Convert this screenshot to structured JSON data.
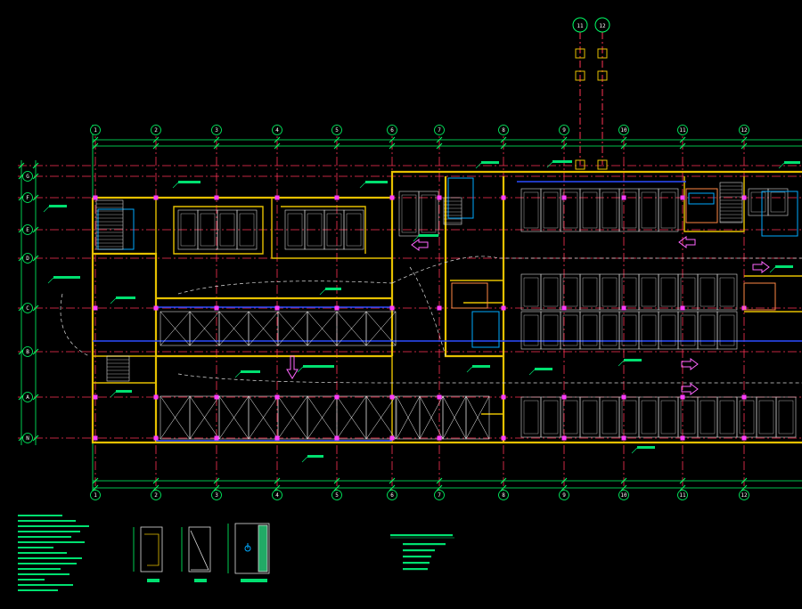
{
  "drawing": {
    "background": "#000000",
    "colors": {
      "axis_line": "#ff3355",
      "wall": "#e6c000",
      "dimension": "#00ff66",
      "annotation": "#00e070",
      "stall": "#d8d8d8",
      "hatch": "#ffffff",
      "fire_line": "#2b4cff",
      "partition": "#ff9e9e",
      "column": "#ff3dff",
      "arrow": "#ff66ff",
      "room": "#ff8844",
      "shaft": "#00aaff"
    },
    "grid_axes_top": [
      "1",
      "2",
      "3",
      "4",
      "5",
      "6",
      "7",
      "8",
      "9",
      "10",
      "11",
      "12"
    ],
    "grid_axes_left": [
      "G",
      "F",
      "E",
      "D",
      "C",
      "B",
      "A",
      "N"
    ],
    "top_axis_labels": [
      "11",
      "12"
    ],
    "icons": [
      "accessible-parking-icon",
      "direction-arrow-icon",
      "stair-icon"
    ]
  },
  "legend": {
    "stall_details": [
      "stall-standard",
      "stall-compact",
      "stall-accessible"
    ]
  }
}
